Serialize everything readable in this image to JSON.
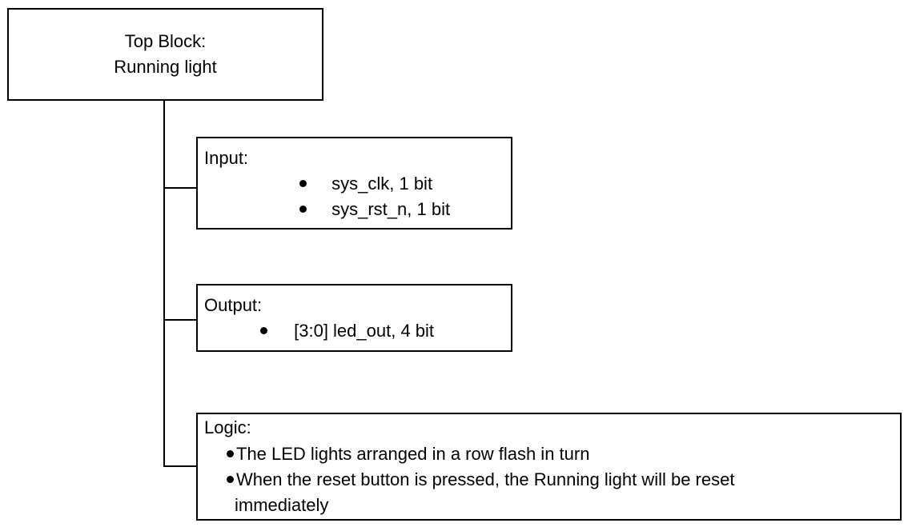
{
  "top_block": {
    "line1": "Top Block:",
    "line2": "Running light"
  },
  "input_block": {
    "heading": "Input:",
    "items": [
      "sys_clk, 1 bit",
      "sys_rst_n, 1 bit"
    ]
  },
  "output_block": {
    "heading": "Output:",
    "items": [
      "[3:0] led_out, 4 bit"
    ]
  },
  "logic_block": {
    "heading": "Logic:",
    "items": [
      "The LED lights arranged in a row flash in turn",
      "When the reset button is pressed, the Running light will be reset"
    ],
    "continuation": "immediately"
  }
}
